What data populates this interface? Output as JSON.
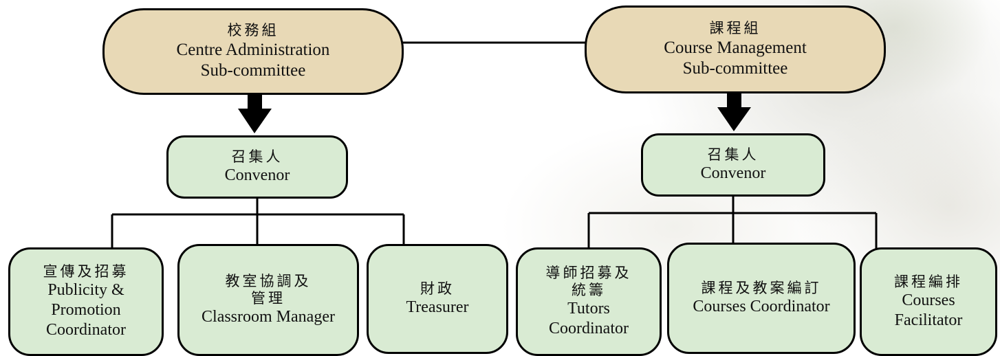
{
  "sub_committees": [
    {
      "zh": "校務組",
      "en_line1": "Centre Administration",
      "en_line2": "Sub-committee"
    },
    {
      "zh": "課程組",
      "en_line1": "Course Management",
      "en_line2": "Sub-committee"
    }
  ],
  "convenors": [
    {
      "zh": "召集人",
      "en": "Convenor"
    },
    {
      "zh": "召集人",
      "en": "Convenor"
    }
  ],
  "roles": [
    {
      "lines": [
        "宣傳及招募",
        "Publicity &",
        "Promotion",
        "Coordinator"
      ]
    },
    {
      "lines": [
        "教室協調及",
        "管理",
        "Classroom Manager"
      ]
    },
    {
      "lines": [
        "財政",
        "Treasurer"
      ]
    },
    {
      "lines": [
        "導師招募及",
        "統籌",
        "Tutors",
        "Coordinator"
      ]
    },
    {
      "lines": [
        "課程及教案編訂",
        "Courses Coordinator"
      ]
    },
    {
      "lines": [
        "課程編排",
        "Courses",
        "Facilitator"
      ]
    }
  ]
}
